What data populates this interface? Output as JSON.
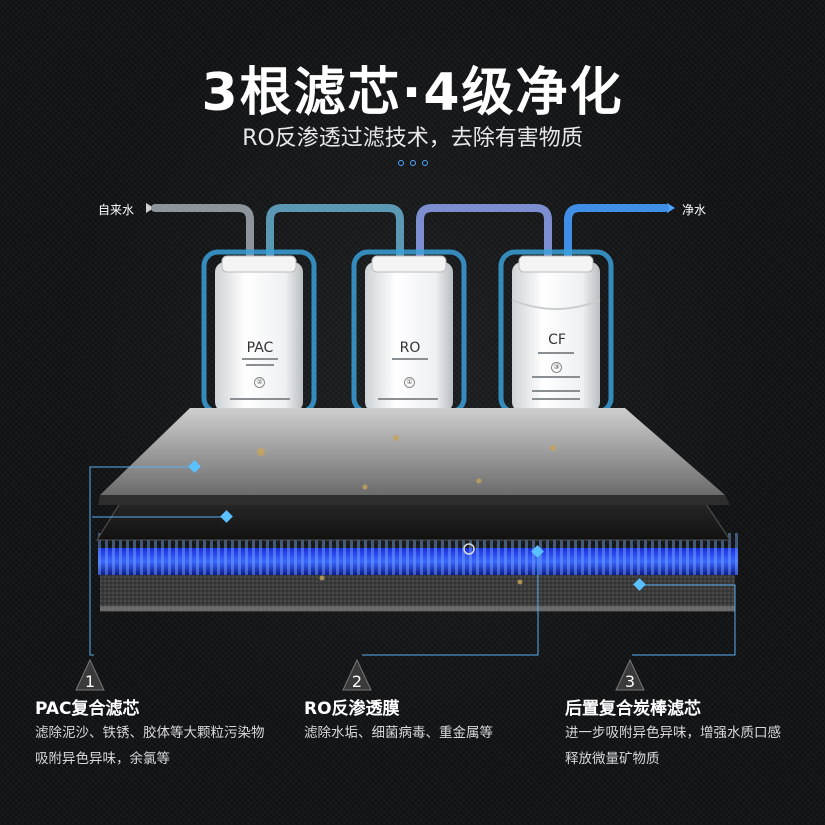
{
  "header": {
    "title": "3根滤芯·4级净化",
    "subtitle": "RO反渗透过滤技术，去除有害物质"
  },
  "flow": {
    "inlet_label": "自来水",
    "outlet_label": "净水"
  },
  "cartridges": [
    {
      "label": "PAC",
      "index": "②"
    },
    {
      "label": "RO",
      "index": "①"
    },
    {
      "label": "CF",
      "index": "③"
    }
  ],
  "stages": [
    {
      "number": "1",
      "title": "PAC复合滤芯",
      "desc_line1": "滤除泥沙、铁锈、胶体等大颗粒污染物",
      "desc_line2": "吸附异色异味，余氯等"
    },
    {
      "number": "2",
      "title": "RO反渗透膜",
      "desc_line1": "滤除水垢、细菌病毒、重金属等",
      "desc_line2": ""
    },
    {
      "number": "3",
      "title": "后置复合炭棒滤芯",
      "desc_line1": "进一步吸附异色异味，增强水质口感",
      "desc_line2": "释放微量矿物质"
    }
  ],
  "colors": {
    "accent": "#3aa3ff",
    "water_in": "#9aa0aa",
    "water_out": "#3a8cff"
  }
}
